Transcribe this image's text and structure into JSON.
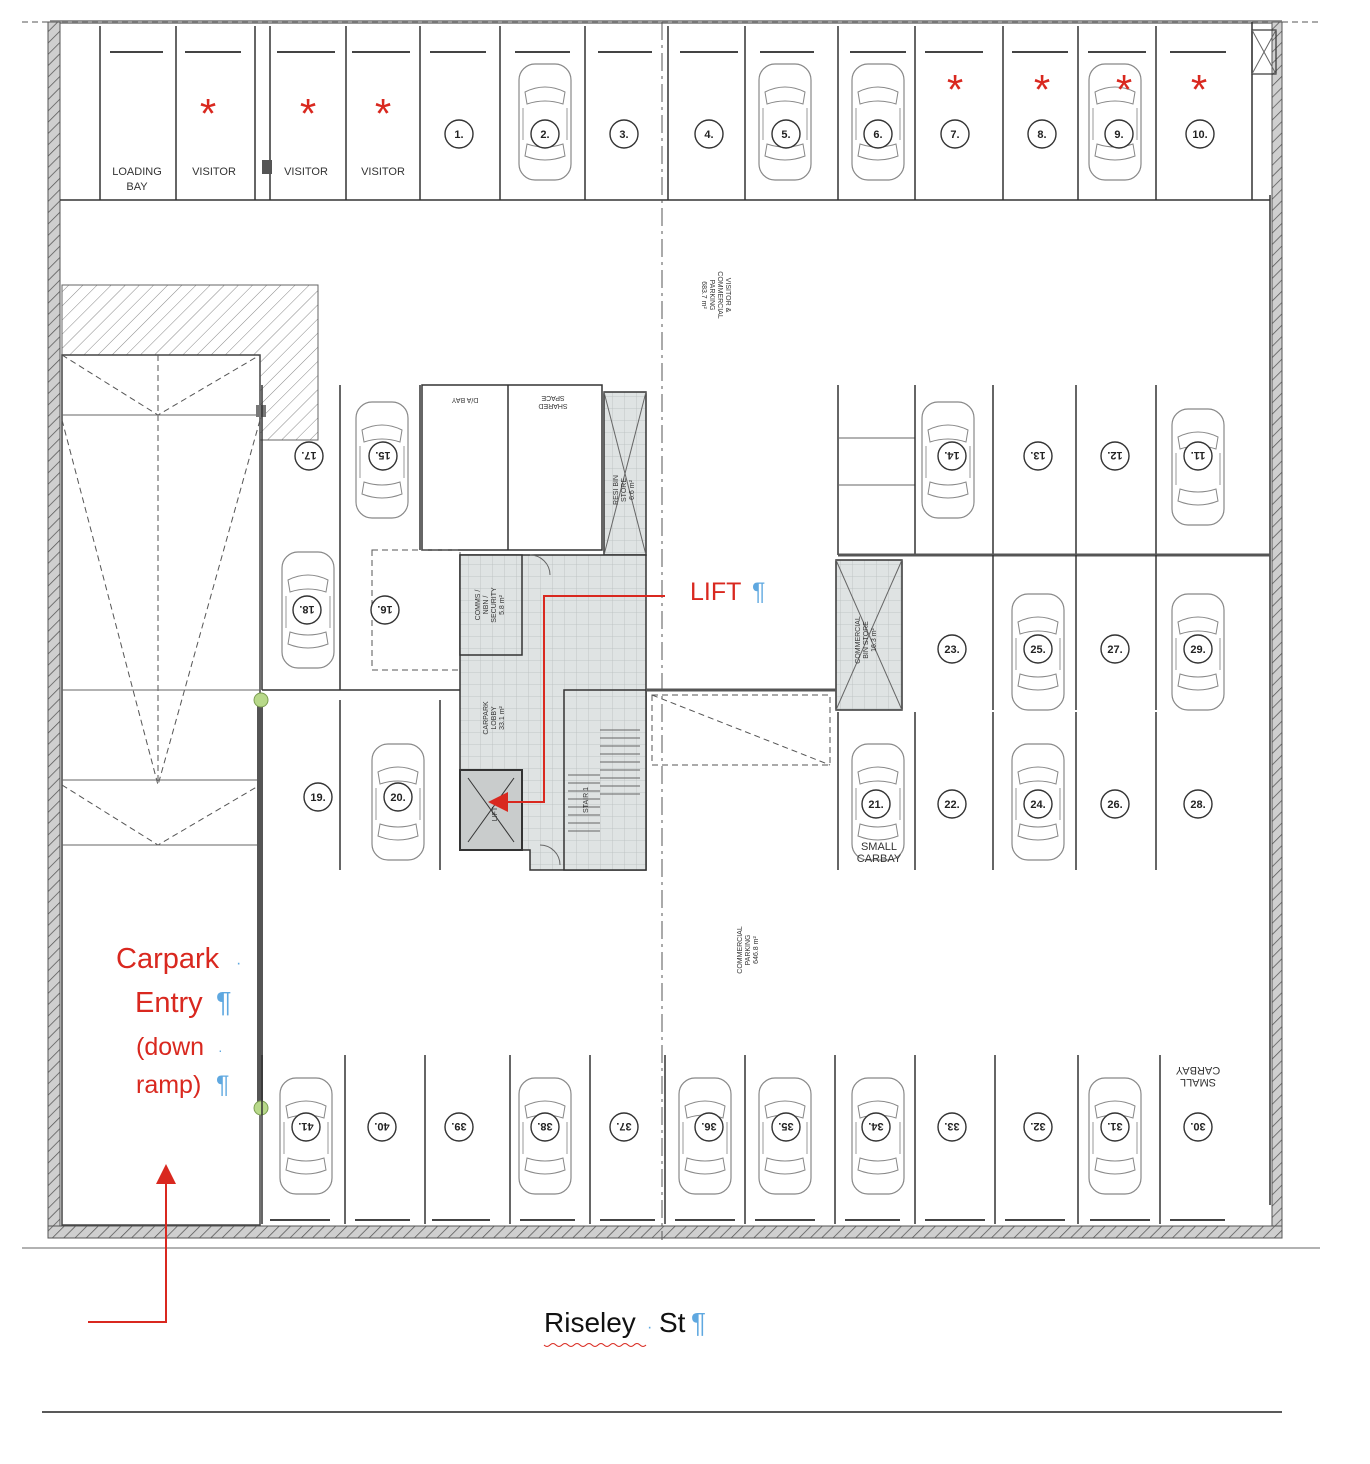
{
  "north_row_labels": {
    "loading_bay_line1": "LOADING",
    "loading_bay_line2": "BAY",
    "visitor": "VISITOR"
  },
  "bays": [
    "1.",
    "2.",
    "3.",
    "4.",
    "5.",
    "6.",
    "7.",
    "8.",
    "9.",
    "10.",
    "11.",
    "12.",
    "13.",
    "14.",
    "15.",
    "16.",
    "17.",
    "18.",
    "19.",
    "20.",
    "21.",
    "22.",
    "23.",
    "24.",
    "25.",
    "26.",
    "27.",
    "28.",
    "29.",
    "30.",
    "31.",
    "32.",
    "33.",
    "34.",
    "35.",
    "36.",
    "37.",
    "38.",
    "39.",
    "40.",
    "41."
  ],
  "rooms": {
    "visitor_parking_line1": "VISITOR &",
    "visitor_parking_line2": "COMMERCIAL",
    "visitor_parking_line3": "PARKING",
    "visitor_parking_area": "683.7 m²",
    "commercial_parking_line1": "COMMERCIAL",
    "commercial_parking_line2": "PARKING",
    "commercial_parking_area": "646.8 m²",
    "da_bay": "D/A BAY",
    "shared_space_line1": "SHARED",
    "shared_space_line2": "SPACE",
    "resi_bin_line1": "RESI BIN",
    "resi_bin_line2": "STORE",
    "resi_bin_area": "6.6 m²",
    "comms_line1": "COMMS /",
    "comms_line2": "NBN /",
    "comms_line3": "SECURITY",
    "comms_area": "5.8 m²",
    "carpark_lobby_line1": "CARPARK",
    "carpark_lobby_line2": "LOBBY",
    "carpark_lobby_area": "33.1 m²",
    "lift": "LIFT",
    "stair": "STAIR 1",
    "commercial_bin_line1": "COMMERCIAL",
    "commercial_bin_line2": "BIN STORE",
    "commercial_bin_area": "16.3 m²",
    "small_carbay_line1": "SMALL",
    "small_carbay_line2": "CARBAY"
  },
  "annotations": {
    "star": "*",
    "lift": "LIFT",
    "carpark_line1": "Carpark",
    "carpark_line2": "Entry",
    "carpark_line3": "(down",
    "carpark_line4": "ramp)",
    "pilcrow": "¶",
    "dot": "·",
    "street_word1": "Riseley",
    "street_word2": "St"
  },
  "colors": {
    "annotation_red": "#d9281f",
    "formatting_mark_blue": "#5fa8e0",
    "endpoint_green": "#b8d98a"
  },
  "icons": [
    "car-icon",
    "lift-cross-icon",
    "arrow-icon"
  ]
}
